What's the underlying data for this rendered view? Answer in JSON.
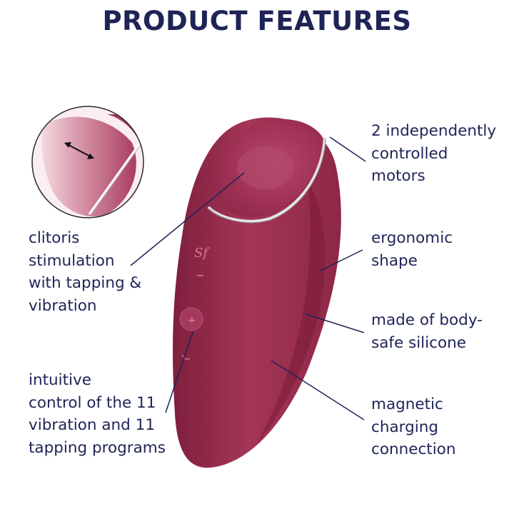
{
  "title": "PRODUCT FEATURES",
  "features": {
    "clitoris": "clitoris\nstimulation\nwith tapping &\nvibration",
    "control": "intuitive\ncontrol of the 11\nvibration and 11\ntapping programs",
    "motors": "2 independently\ncontrolled\nmotors",
    "ergonomic": "ergonomic\nshape",
    "silicone": "made of body-\nsafe silicone",
    "magnetic": "magnetic\ncharging\nconnection"
  },
  "device_logo": "Sf",
  "colors": {
    "navy": "#1e2456",
    "body": "#9c2f4f",
    "body_light": "#b8466a",
    "ring": "#e5e5e5"
  },
  "icons": [
    "magnifier-circle",
    "double-arrow-icon",
    "minus-button",
    "plus-button",
    "power-button"
  ]
}
